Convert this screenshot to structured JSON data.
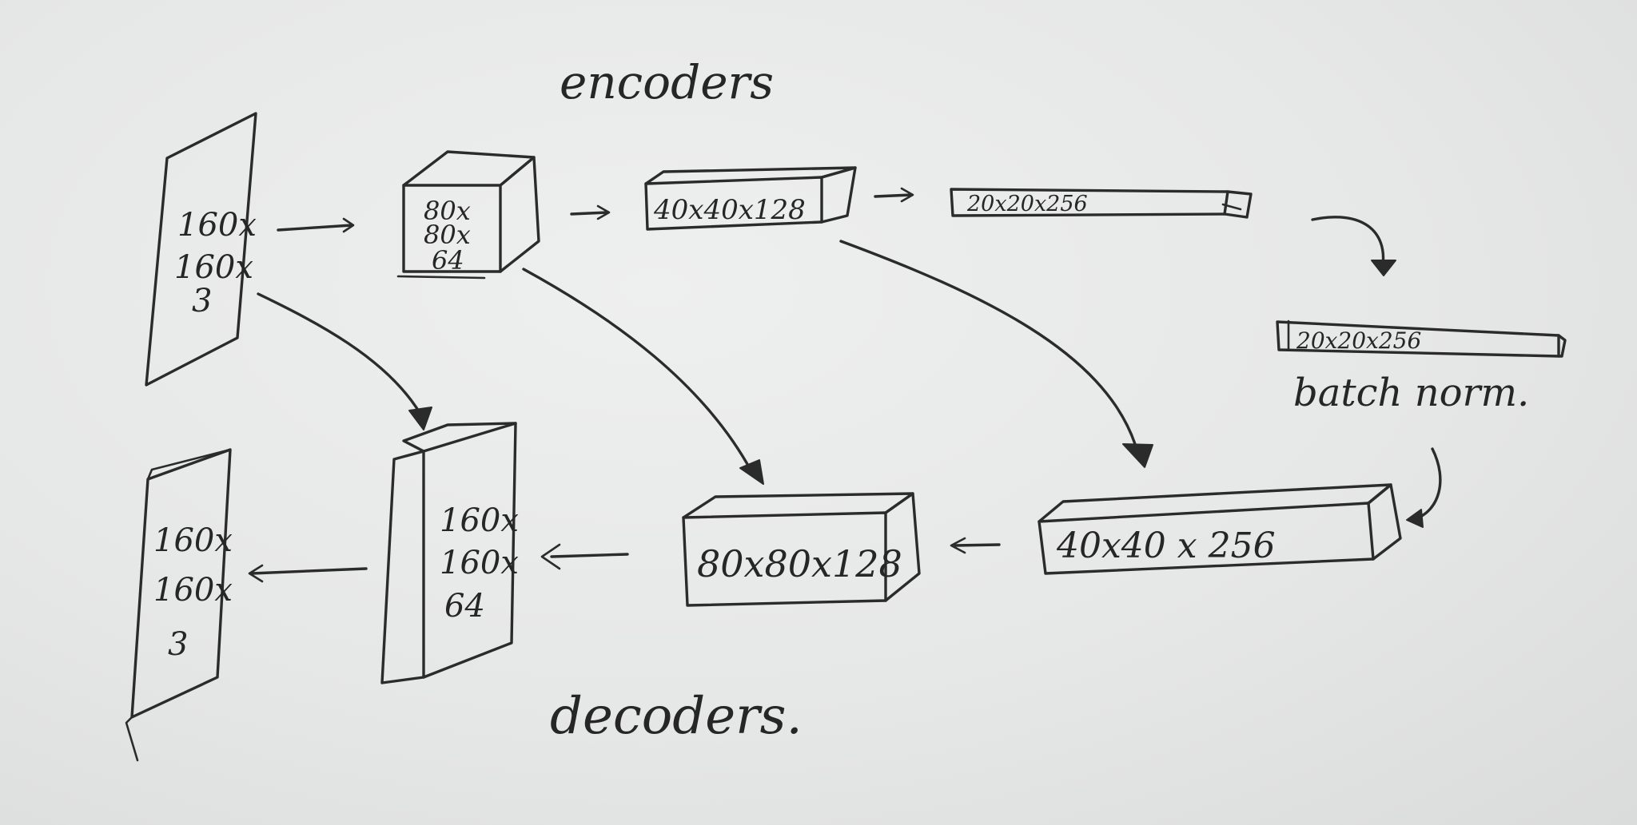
{
  "diagram": {
    "section_labels": {
      "encoders": "encoders",
      "decoders": "decoders.",
      "batch_norm": "batch norm."
    },
    "encoder_blocks": [
      {
        "id": "input",
        "lines": [
          "160x",
          "160x",
          "3"
        ]
      },
      {
        "id": "enc1",
        "lines": [
          "80x",
          "80x",
          "64"
        ]
      },
      {
        "id": "enc2",
        "lines": [
          "40x40x128"
        ]
      },
      {
        "id": "enc3",
        "lines": [
          "20x20x256"
        ]
      }
    ],
    "bottleneck_block": {
      "id": "bn",
      "lines": [
        "20x20x256"
      ]
    },
    "decoder_blocks": [
      {
        "id": "dec1",
        "lines": [
          "40x40 x 256"
        ]
      },
      {
        "id": "dec2",
        "lines": [
          "80x80x128"
        ]
      },
      {
        "id": "dec3",
        "lines": [
          "160x",
          "160x",
          "64"
        ]
      },
      {
        "id": "output",
        "lines": [
          "160x",
          "160x",
          "3"
        ]
      }
    ],
    "arrows": [
      {
        "from": "input",
        "to": "enc1",
        "kind": "flow"
      },
      {
        "from": "enc1",
        "to": "enc2",
        "kind": "flow"
      },
      {
        "from": "enc2",
        "to": "enc3",
        "kind": "flow"
      },
      {
        "from": "enc3",
        "to": "bn",
        "kind": "flow"
      },
      {
        "from": "bn",
        "to": "dec1",
        "kind": "flow"
      },
      {
        "from": "dec1",
        "to": "dec2",
        "kind": "flow"
      },
      {
        "from": "dec2",
        "to": "dec3",
        "kind": "flow"
      },
      {
        "from": "dec3",
        "to": "output",
        "kind": "flow"
      },
      {
        "from": "input",
        "to": "dec3",
        "kind": "skip"
      },
      {
        "from": "enc1",
        "to": "dec2",
        "kind": "skip"
      },
      {
        "from": "enc2",
        "to": "dec1",
        "kind": "skip"
      }
    ]
  }
}
